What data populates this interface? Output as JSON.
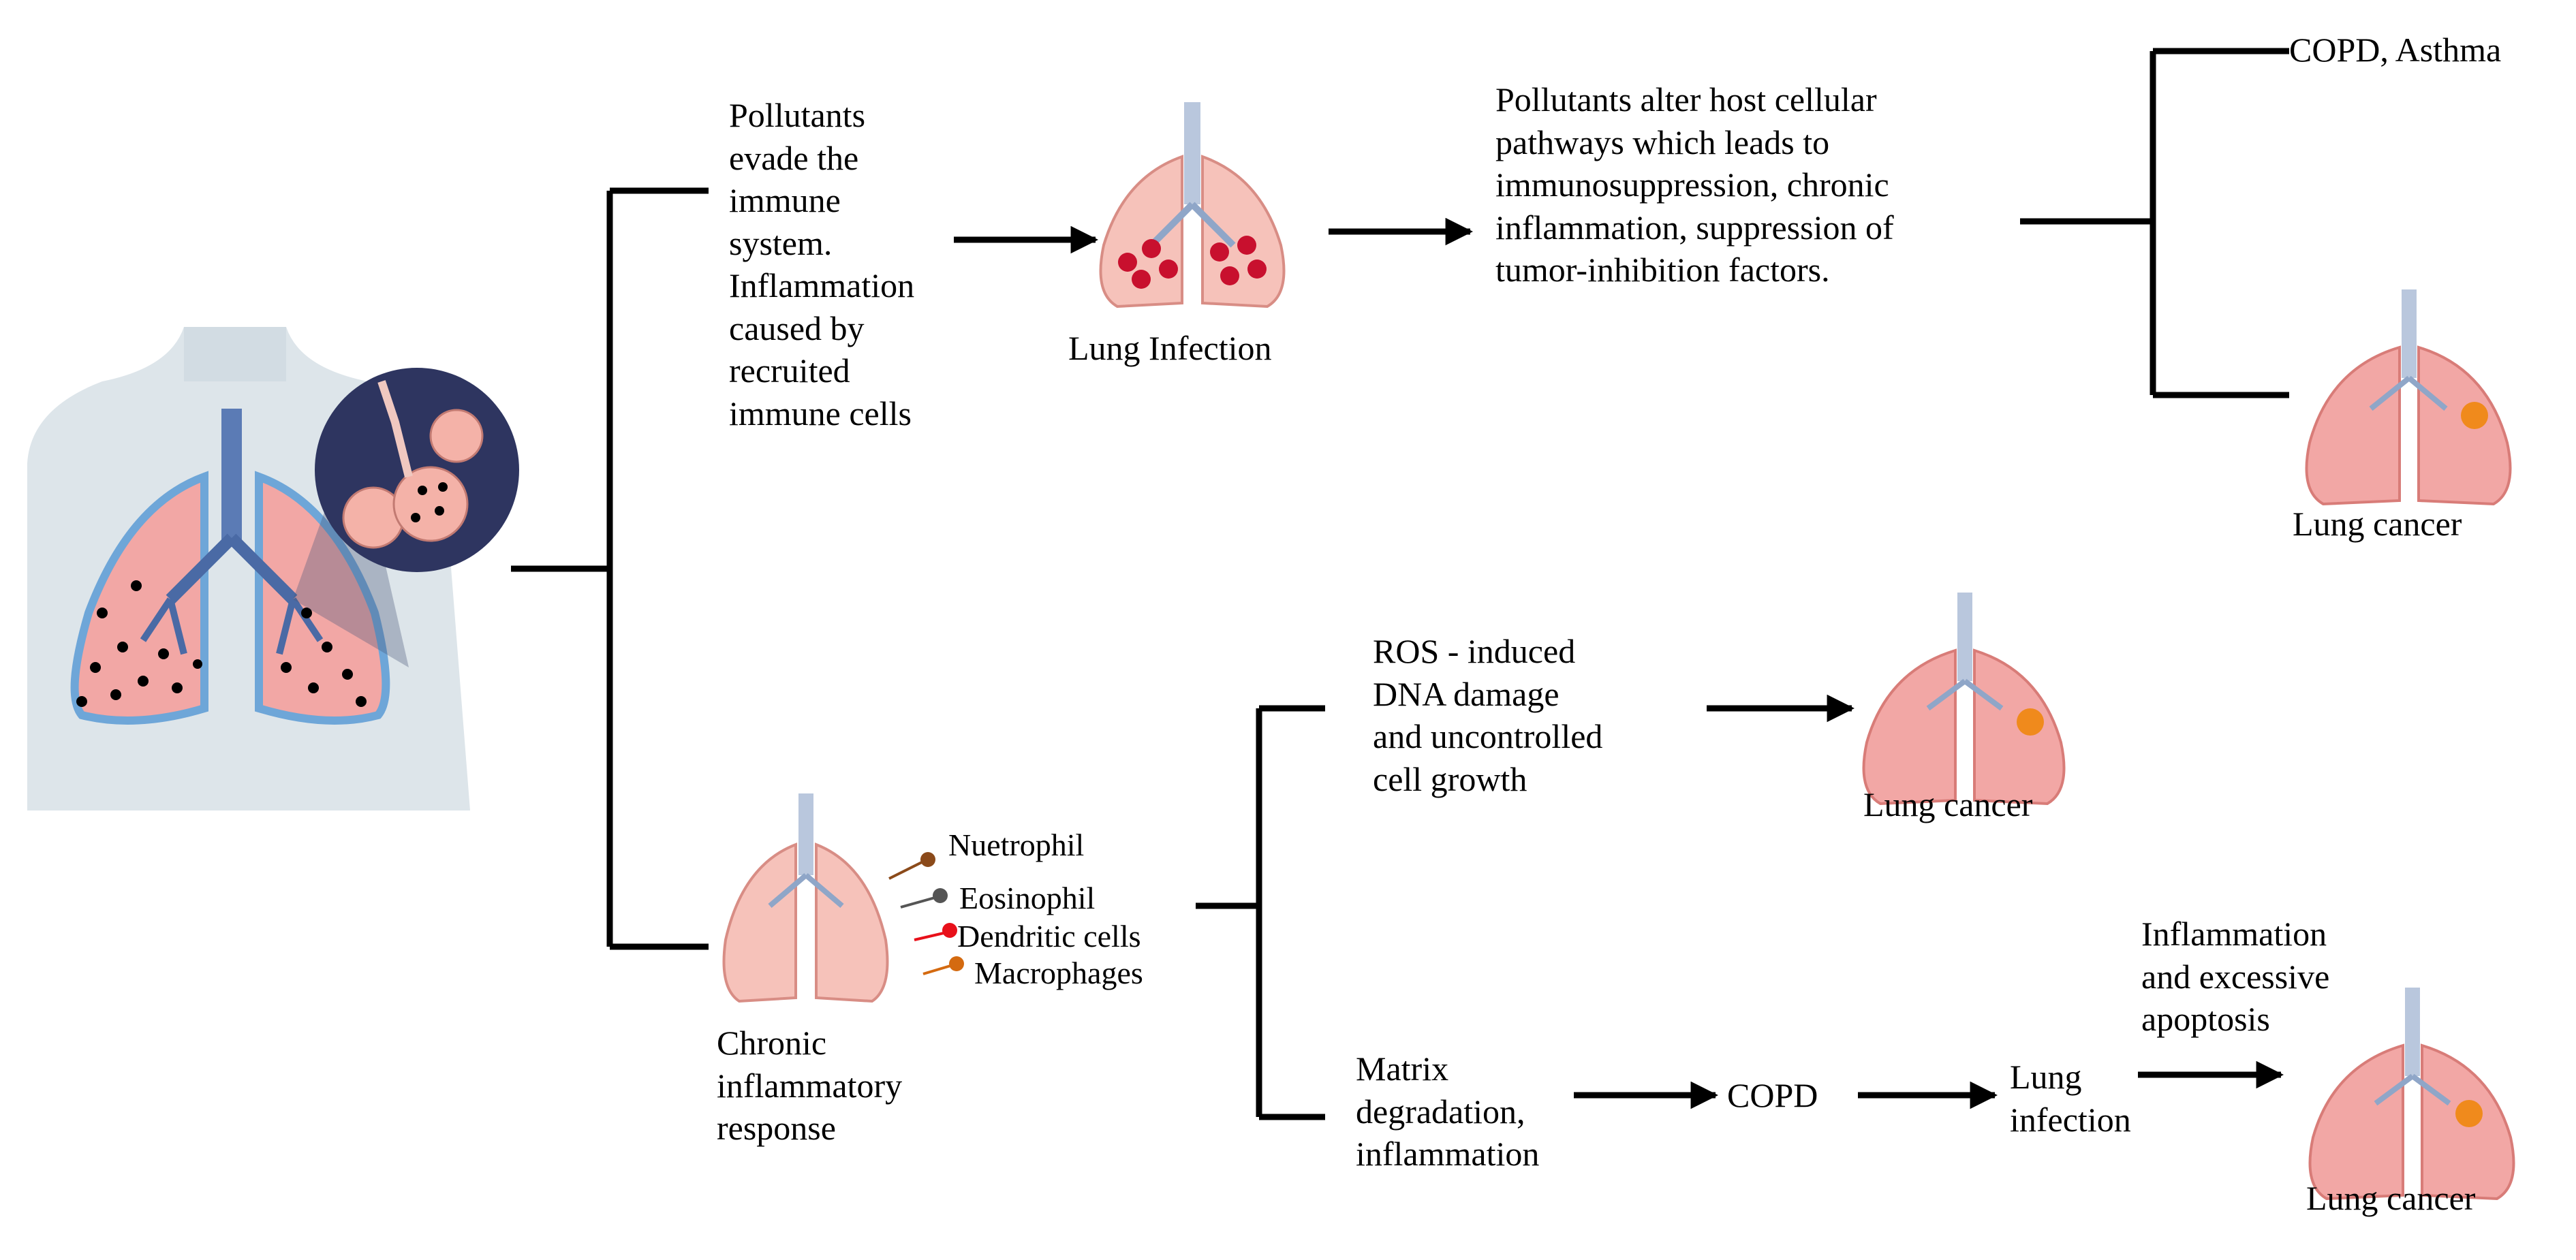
{
  "pathway_top": {
    "evade_lines": [
      "Pollutants",
      "evade the",
      "immune",
      "system.",
      "Inflammation",
      "caused by",
      "recruited",
      "immune cells"
    ],
    "lung_infection_label": "Lung Infection",
    "alter_lines": [
      "Pollutants alter host cellular",
      "pathways which leads to",
      "immunosuppression, chronic",
      "inflammation, suppression of",
      "tumor-inhibition factors."
    ],
    "outcome_copd_asthma": "COPD, Asthma",
    "outcome_lung_cancer": "Lung cancer"
  },
  "pathway_bottom": {
    "immune_cells": [
      "Nuetrophil",
      "Eosinophil",
      "Dendritic cells",
      "Macrophages"
    ],
    "chronic_lines": [
      "Chronic",
      "inflammatory",
      "response"
    ],
    "ros_lines": [
      "ROS - induced",
      "DNA damage",
      "and uncontrolled",
      "cell growth"
    ],
    "ros_outcome": "Lung cancer",
    "matrix_lines": [
      "Matrix",
      "degradation,",
      "inflammation"
    ],
    "copd_label": "COPD",
    "lung_infection_lines": [
      "Lung",
      "infection"
    ],
    "apoptosis_lines": [
      "Inflammation",
      "and excessive",
      "apoptosis"
    ],
    "final_outcome": "Lung cancer"
  },
  "colors": {
    "line": "#000000",
    "lung_pink": "#f2a7a5",
    "lung_dark": "#e07a78",
    "trachea_blue": "#8fa6c8",
    "body_gray": "#dde5ea",
    "zoom_circle": "#2e3560",
    "infection_red": "#c8102e",
    "tumor_orange": "#f08a1c"
  }
}
